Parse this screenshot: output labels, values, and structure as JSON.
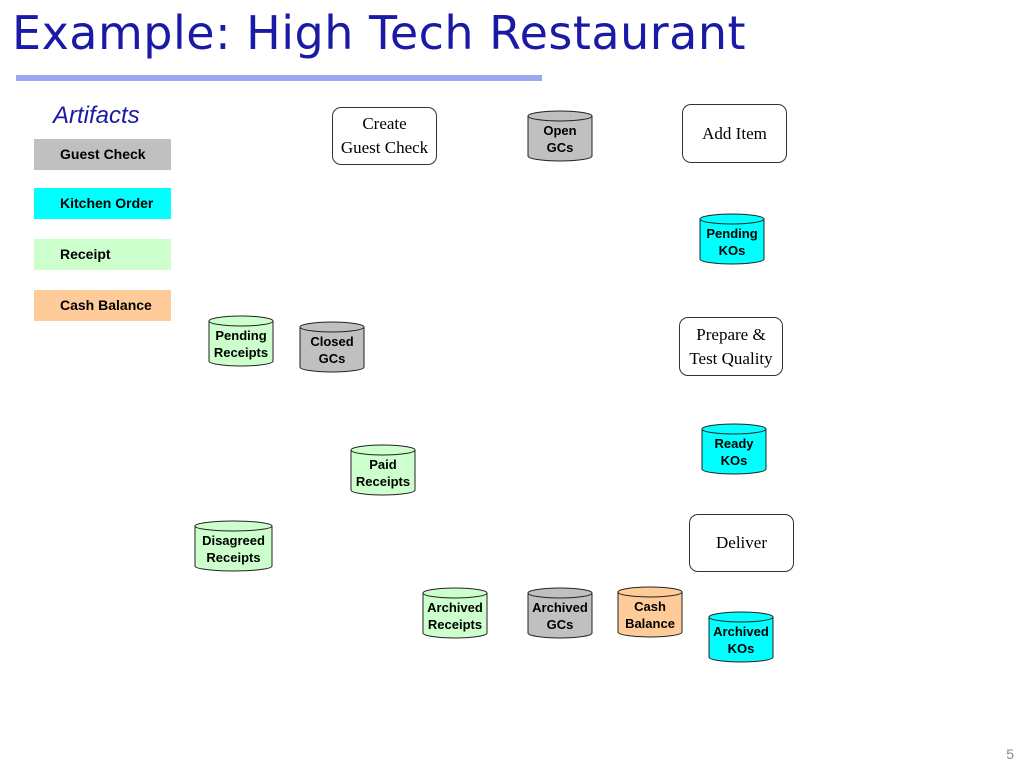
{
  "slide": {
    "title": "Example: High Tech Restaurant",
    "page_number": "5"
  },
  "legend": {
    "heading": "Artifacts",
    "items": [
      {
        "label": "Guest Check",
        "color": "#c0c0c0"
      },
      {
        "label": "Kitchen Order",
        "color": "#00ffff"
      },
      {
        "label": "Receipt",
        "color": "#ccffcc"
      },
      {
        "label": "Cash Balance",
        "color": "#ffcc99"
      }
    ]
  },
  "processes": [
    {
      "label": "Create\nGuest Check"
    },
    {
      "label": "Add Item"
    },
    {
      "label": "Prepare &\nTest Quality"
    },
    {
      "label": "Deliver"
    }
  ],
  "datastores": [
    {
      "label": "Open\nGCs",
      "artifact": "Guest Check",
      "color": "#c0c0c0"
    },
    {
      "label": "Pending\nKOs",
      "artifact": "Kitchen Order",
      "color": "#00ffff"
    },
    {
      "label": "Pending\nReceipts",
      "artifact": "Receipt",
      "color": "#ccffcc"
    },
    {
      "label": "Closed\nGCs",
      "artifact": "Guest Check",
      "color": "#c0c0c0"
    },
    {
      "label": "Ready\nKOs",
      "artifact": "Kitchen Order",
      "color": "#00ffff"
    },
    {
      "label": "Paid\nReceipts",
      "artifact": "Receipt",
      "color": "#ccffcc"
    },
    {
      "label": "Disagreed\nReceipts",
      "artifact": "Receipt",
      "color": "#ccffcc"
    },
    {
      "label": "Archived\nReceipts",
      "artifact": "Receipt",
      "color": "#ccffcc"
    },
    {
      "label": "Archived\nGCs",
      "artifact": "Guest Check",
      "color": "#c0c0c0"
    },
    {
      "label": "Cash\nBalance",
      "artifact": "Cash Balance",
      "color": "#ffcc99"
    },
    {
      "label": "Archived\nKOs",
      "artifact": "Kitchen Order",
      "color": "#00ffff"
    }
  ]
}
